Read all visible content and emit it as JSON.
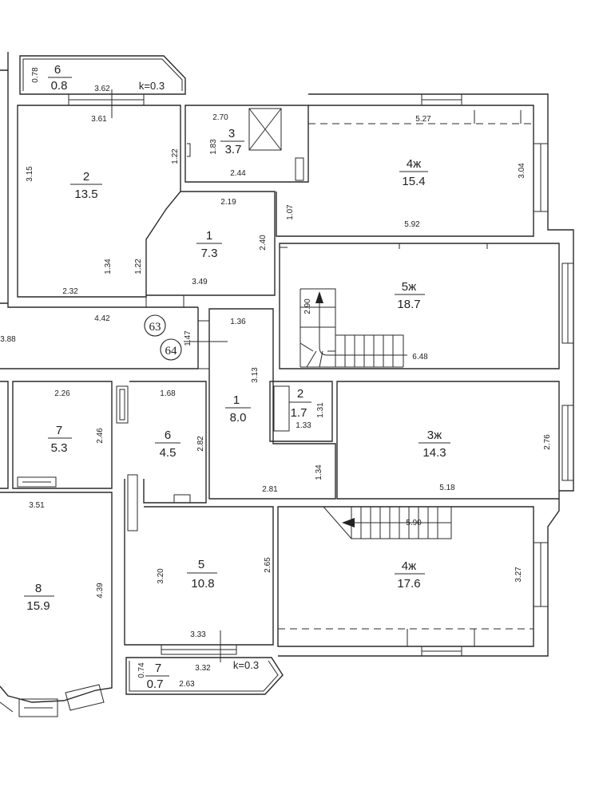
{
  "rooms": [
    {
      "id": "r6-top",
      "number": "6",
      "area": "0.8"
    },
    {
      "id": "r2-top",
      "number": "2",
      "area": "13.5"
    },
    {
      "id": "r3-top",
      "number": "3",
      "area": "3.7"
    },
    {
      "id": "r4zh-top",
      "number": "4ж",
      "area": "15.4"
    },
    {
      "id": "r1-top",
      "number": "1",
      "area": "7.3"
    },
    {
      "id": "r5zh",
      "number": "5ж",
      "area": "18.7"
    },
    {
      "id": "r1-mid",
      "number": "1",
      "area": "8.0"
    },
    {
      "id": "r2-mid",
      "number": "2",
      "area": "1.7"
    },
    {
      "id": "r3zh",
      "number": "3ж",
      "area": "14.3"
    },
    {
      "id": "r7-mid",
      "number": "7",
      "area": "5.3"
    },
    {
      "id": "r6-mid",
      "number": "6",
      "area": "4.5"
    },
    {
      "id": "r8",
      "number": "8",
      "area": "15.9"
    },
    {
      "id": "r5-bot",
      "number": "5",
      "area": "10.8"
    },
    {
      "id": "r4zh-bot",
      "number": "4ж",
      "area": "17.6"
    },
    {
      "id": "r7-bot",
      "number": "7",
      "area": "0.7"
    }
  ],
  "dimensions": {
    "d078": "0.78",
    "d362": "3.62",
    "k03a": "k=0.3",
    "d361": "3.61",
    "d315": "3.15",
    "d122a": "1.22",
    "d232": "2.32",
    "d134a": "1.34",
    "d270": "2.70",
    "d183": "1.83",
    "d244": "2.44",
    "d527": "5.27",
    "d304": "3.04",
    "d592": "5.92",
    "d107": "1.07",
    "d219": "2.19",
    "d240": "2.40",
    "d122b": "1.22",
    "d349": "3.49",
    "d290": "2.90",
    "d648": "6.48",
    "d442": "4.42",
    "d388": "3.88",
    "d136": "1.36",
    "d147": "1.47",
    "d313": "3.13",
    "d226": "2.26",
    "d246": "2.46",
    "d168": "1.68",
    "d282": "2.82",
    "d131": "1.31",
    "d133": "1.33",
    "d134b": "1.34",
    "d281": "2.81",
    "d276": "2.76",
    "d518": "5.18",
    "d351": "3.51",
    "d439": "4.39",
    "d320": "3.20",
    "d265": "2.65",
    "d333": "3.33",
    "d590": "5.90",
    "d327": "3.27",
    "d074": "0.74",
    "d332": "3.32",
    "k03b": "k=0.3",
    "d263": "2.63"
  },
  "markers": {
    "m63": "63",
    "m64": "64"
  }
}
